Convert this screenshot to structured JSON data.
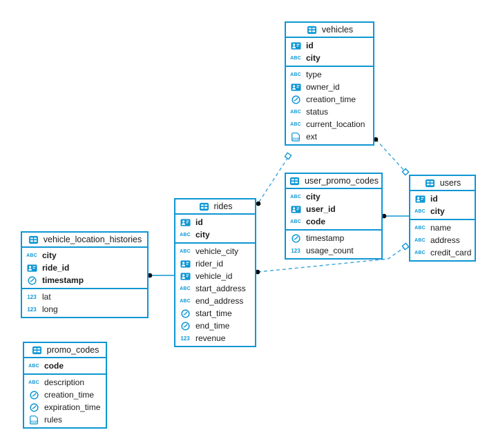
{
  "diagram": {
    "kind": "entity-relationship-diagram"
  },
  "colors": {
    "table_border": "#0d96d4",
    "icon_blue": "#0d96d4",
    "relationship_line": "#3ba3da",
    "endpoint_dot": "#000000",
    "background": "#ffffff",
    "text": "#1a1a1a"
  },
  "icons": {
    "abc": "ABC",
    "num": "123",
    "json": "JSON"
  },
  "tables": {
    "vehicles": {
      "title": "vehicles",
      "keys": [
        {
          "label": "id",
          "type": "id"
        },
        {
          "label": "city",
          "type": "text"
        }
      ],
      "fields": [
        {
          "label": "type",
          "type": "text"
        },
        {
          "label": "owner_id",
          "type": "id"
        },
        {
          "label": "creation_time",
          "type": "timestamp"
        },
        {
          "label": "status",
          "type": "text"
        },
        {
          "label": "current_location",
          "type": "text"
        },
        {
          "label": "ext",
          "type": "json"
        }
      ]
    },
    "user_promo_codes": {
      "title": "user_promo_codes",
      "keys": [
        {
          "label": "city",
          "type": "text"
        },
        {
          "label": "user_id",
          "type": "id"
        },
        {
          "label": "code",
          "type": "text"
        }
      ],
      "fields": [
        {
          "label": "timestamp",
          "type": "timestamp"
        },
        {
          "label": "usage_count",
          "type": "number"
        }
      ]
    },
    "users": {
      "title": "users",
      "keys": [
        {
          "label": "id",
          "type": "id"
        },
        {
          "label": "city",
          "type": "text"
        }
      ],
      "fields": [
        {
          "label": "name",
          "type": "text"
        },
        {
          "label": "address",
          "type": "text"
        },
        {
          "label": "credit_card",
          "type": "text"
        }
      ]
    },
    "rides": {
      "title": "rides",
      "keys": [
        {
          "label": "id",
          "type": "id"
        },
        {
          "label": "city",
          "type": "text"
        }
      ],
      "fields": [
        {
          "label": "vehicle_city",
          "type": "text"
        },
        {
          "label": "rider_id",
          "type": "id"
        },
        {
          "label": "vehicle_id",
          "type": "id"
        },
        {
          "label": "start_address",
          "type": "text"
        },
        {
          "label": "end_address",
          "type": "text"
        },
        {
          "label": "start_time",
          "type": "timestamp"
        },
        {
          "label": "end_time",
          "type": "timestamp"
        },
        {
          "label": "revenue",
          "type": "number"
        }
      ]
    },
    "vehicle_location_histories": {
      "title": "vehicle_location_histories",
      "keys": [
        {
          "label": "city",
          "type": "text"
        },
        {
          "label": "ride_id",
          "type": "id"
        },
        {
          "label": "timestamp",
          "type": "timestamp"
        }
      ],
      "fields": [
        {
          "label": "lat",
          "type": "number"
        },
        {
          "label": "long",
          "type": "number"
        }
      ]
    },
    "promo_codes": {
      "title": "promo_codes",
      "keys": [
        {
          "label": "code",
          "type": "text"
        }
      ],
      "fields": [
        {
          "label": "description",
          "type": "text"
        },
        {
          "label": "creation_time",
          "type": "timestamp"
        },
        {
          "label": "expiration_time",
          "type": "timestamp"
        },
        {
          "label": "rules",
          "type": "json"
        }
      ]
    }
  },
  "connections": [
    {
      "from_table": "vehicles",
      "from_marker": "dot",
      "to_table": "users",
      "to_marker": "open-square",
      "style": "dashed"
    },
    {
      "from_table": "rides",
      "from_marker": "dot",
      "to_table": "vehicles",
      "to_marker": "open-square",
      "style": "dashed"
    },
    {
      "from_table": "rides",
      "from_marker": "dot",
      "to_table": "users",
      "to_marker": "open-square",
      "style": "dashed"
    },
    {
      "from_table": "user_promo_codes",
      "from_marker": "dot",
      "to_table": "users",
      "to_marker": "none",
      "style": "solid"
    },
    {
      "from_table": "vehicle_location_histories",
      "from_marker": "dot",
      "to_table": "rides",
      "to_marker": "none",
      "style": "solid"
    }
  ]
}
